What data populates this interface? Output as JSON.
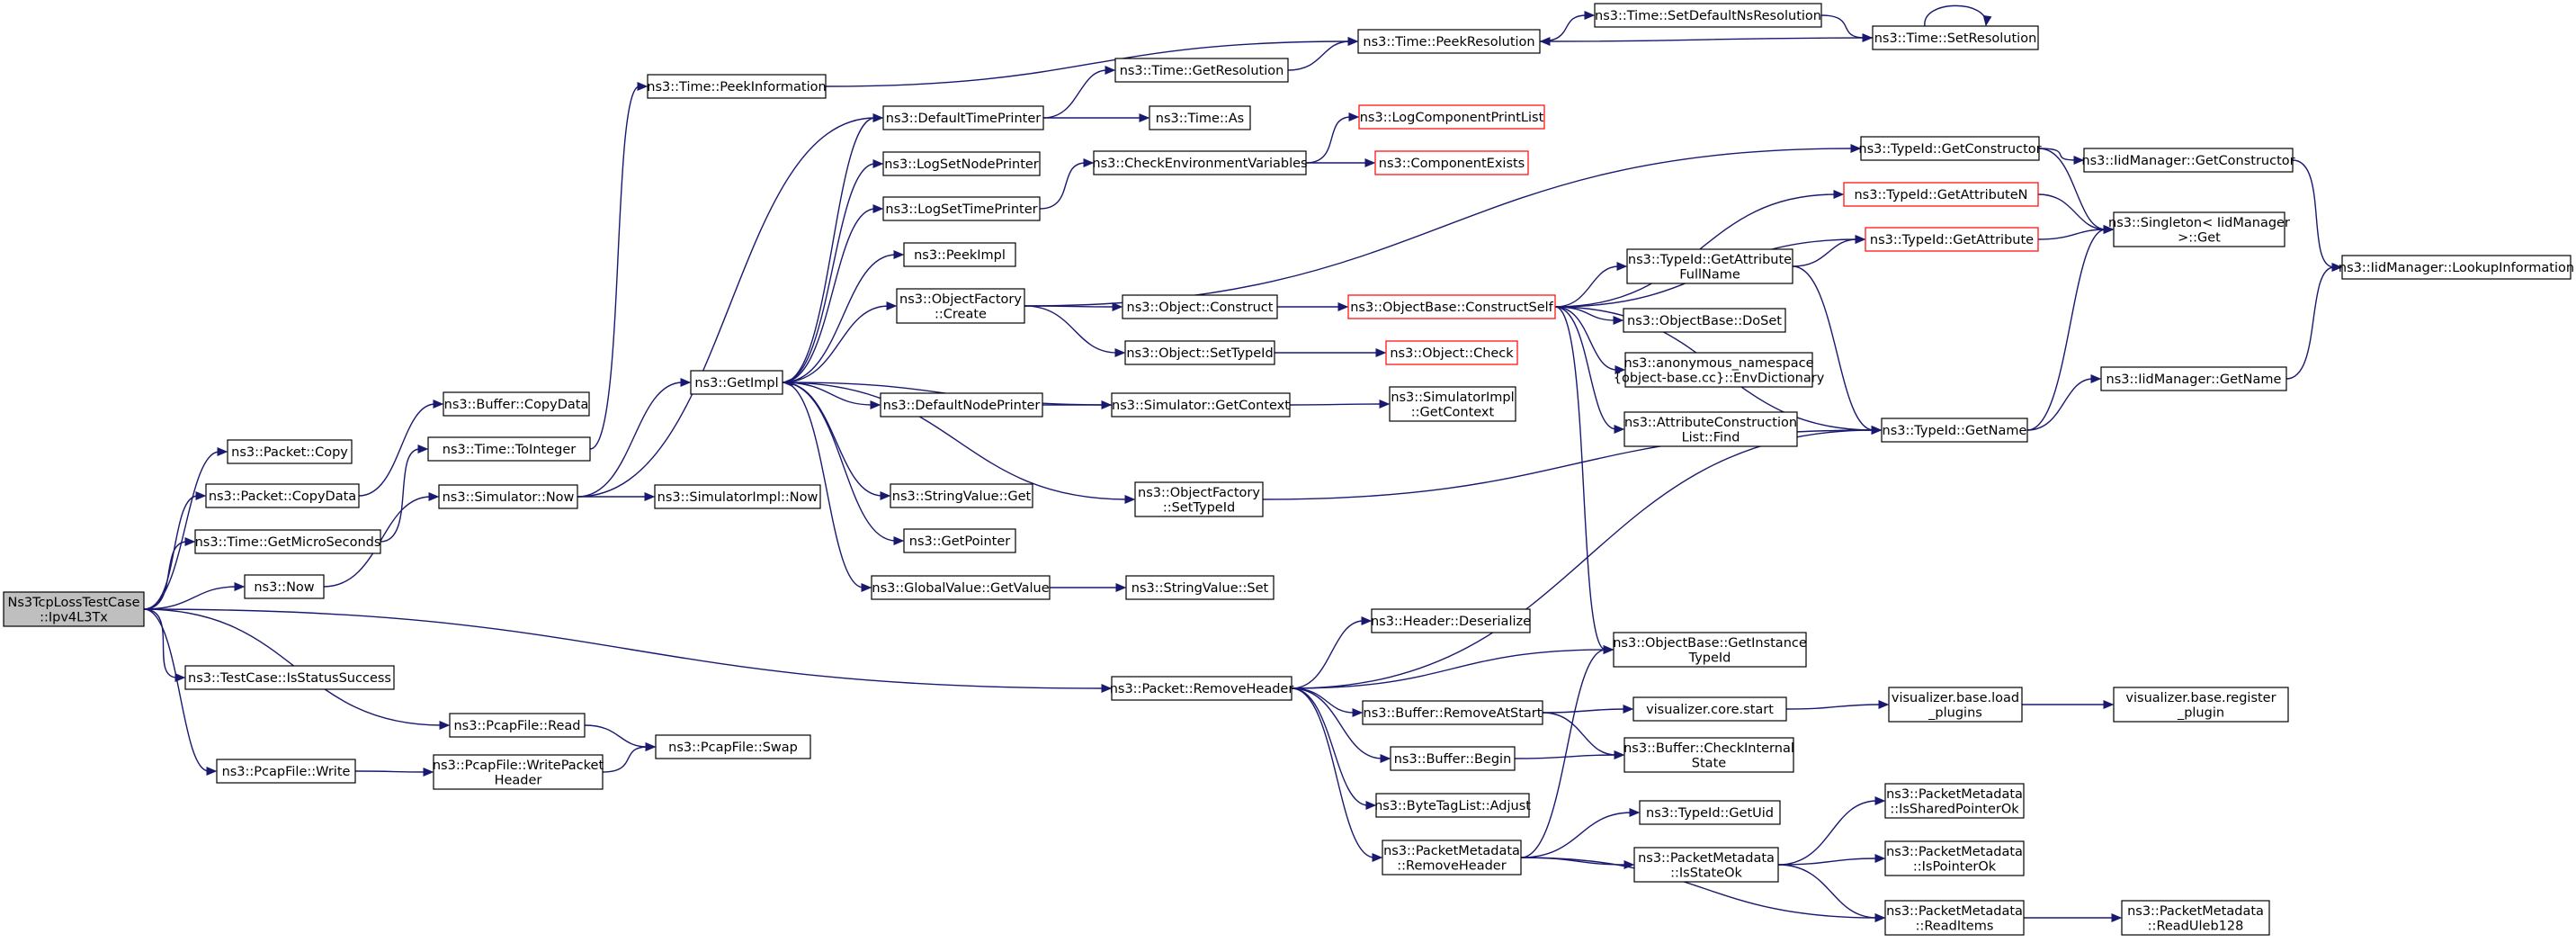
{
  "graph": {
    "nodes": [
      {
        "id": "root",
        "lines": [
          "Ns3TcpLossTestCase",
          "::Ipv4L3Tx"
        ],
        "style": "root"
      },
      {
        "id": "pk_copy",
        "lines": [
          "ns3::Packet::Copy"
        ]
      },
      {
        "id": "pk_copydata",
        "lines": [
          "ns3::Packet::CopyData"
        ]
      },
      {
        "id": "time_micro",
        "lines": [
          "ns3::Time::GetMicroSeconds"
        ]
      },
      {
        "id": "now",
        "lines": [
          "ns3::Now"
        ]
      },
      {
        "id": "tc_status",
        "lines": [
          "ns3::TestCase::IsStatusSuccess"
        ]
      },
      {
        "id": "pcap_read",
        "lines": [
          "ns3::PcapFile::Read"
        ]
      },
      {
        "id": "pcap_write",
        "lines": [
          "ns3::PcapFile::Write"
        ]
      },
      {
        "id": "buf_copydata",
        "lines": [
          "ns3::Buffer::CopyData"
        ]
      },
      {
        "id": "time_toint",
        "lines": [
          "ns3::Time::ToInteger"
        ]
      },
      {
        "id": "sim_now",
        "lines": [
          "ns3::Simulator::Now"
        ]
      },
      {
        "id": "pcap_wph",
        "lines": [
          "ns3::PcapFile::WritePacket",
          "Header"
        ]
      },
      {
        "id": "pcap_swap",
        "lines": [
          "ns3::PcapFile::Swap"
        ]
      },
      {
        "id": "time_peekinfo",
        "lines": [
          "ns3::Time::PeekInformation"
        ]
      },
      {
        "id": "getimpl",
        "lines": [
          "ns3::GetImpl"
        ]
      },
      {
        "id": "simimpl_now",
        "lines": [
          "ns3::SimulatorImpl::Now"
        ]
      },
      {
        "id": "deftp",
        "lines": [
          "ns3::DefaultTimePrinter"
        ]
      },
      {
        "id": "lognodep",
        "lines": [
          "ns3::LogSetNodePrinter"
        ]
      },
      {
        "id": "logtimep",
        "lines": [
          "ns3::LogSetTimePrinter"
        ]
      },
      {
        "id": "peekimpl",
        "lines": [
          "ns3::PeekImpl"
        ]
      },
      {
        "id": "objf_create",
        "lines": [
          "ns3::ObjectFactory",
          "::Create"
        ]
      },
      {
        "id": "defnp",
        "lines": [
          "ns3::DefaultNodePrinter"
        ]
      },
      {
        "id": "sv_get",
        "lines": [
          "ns3::StringValue::Get"
        ]
      },
      {
        "id": "getpointer",
        "lines": [
          "ns3::GetPointer"
        ]
      },
      {
        "id": "gv_getvalue",
        "lines": [
          "ns3::GlobalValue::GetValue"
        ]
      },
      {
        "id": "pk_remhdr",
        "lines": [
          "ns3::Packet::RemoveHeader"
        ]
      },
      {
        "id": "time_getres",
        "lines": [
          "ns3::Time::GetResolution"
        ]
      },
      {
        "id": "time_as",
        "lines": [
          "ns3::Time::As"
        ]
      },
      {
        "id": "checkenv",
        "lines": [
          "ns3::CheckEnvironmentVariables"
        ]
      },
      {
        "id": "obj_construct",
        "lines": [
          "ns3::Object::Construct"
        ]
      },
      {
        "id": "obj_settid",
        "lines": [
          "ns3::Object::SetTypeId"
        ]
      },
      {
        "id": "sim_getctx",
        "lines": [
          "ns3::Simulator::GetContext"
        ]
      },
      {
        "id": "objf_settid",
        "lines": [
          "ns3::ObjectFactory",
          "::SetTypeId"
        ]
      },
      {
        "id": "sv_set",
        "lines": [
          "ns3::StringValue::Set"
        ]
      },
      {
        "id": "time_peekres",
        "lines": [
          "ns3::Time::PeekResolution"
        ]
      },
      {
        "id": "logcomp",
        "lines": [
          "ns3::LogComponentPrintList"
        ],
        "style": "red"
      },
      {
        "id": "compexists",
        "lines": [
          "ns3::ComponentExists"
        ],
        "style": "red"
      },
      {
        "id": "ob_cself",
        "lines": [
          "ns3::ObjectBase::ConstructSelf"
        ],
        "style": "red"
      },
      {
        "id": "obj_check",
        "lines": [
          "ns3::Object::Check"
        ],
        "style": "red"
      },
      {
        "id": "simimpl_getctx",
        "lines": [
          "ns3::SimulatorImpl",
          "::GetContext"
        ]
      },
      {
        "id": "hdr_deser",
        "lines": [
          "ns3::Header::Deserialize"
        ]
      },
      {
        "id": "buf_remstart",
        "lines": [
          "ns3::Buffer::RemoveAtStart"
        ]
      },
      {
        "id": "buf_begin",
        "lines": [
          "ns3::Buffer::Begin"
        ]
      },
      {
        "id": "btl_adjust",
        "lines": [
          "ns3::ByteTagList::Adjust"
        ]
      },
      {
        "id": "pm_remhdr",
        "lines": [
          "ns3::PacketMetadata",
          "::RemoveHeader"
        ]
      },
      {
        "id": "time_setdef",
        "lines": [
          "ns3::Time::SetDefaultNsResolution"
        ]
      },
      {
        "id": "time_setres",
        "lines": [
          "ns3::Time::SetResolution"
        ]
      },
      {
        "id": "tid_getcons",
        "lines": [
          "ns3::TypeId::GetConstructor"
        ]
      },
      {
        "id": "tid_getattrn",
        "lines": [
          "ns3::TypeId::GetAttributeN"
        ],
        "style": "red"
      },
      {
        "id": "tid_getattrfull",
        "lines": [
          "ns3::TypeId::GetAttribute",
          "FullName"
        ]
      },
      {
        "id": "tid_getattr",
        "lines": [
          "ns3::TypeId::GetAttribute"
        ],
        "style": "red"
      },
      {
        "id": "ob_doset",
        "lines": [
          "ns3::ObjectBase::DoSet"
        ]
      },
      {
        "id": "anon_env",
        "lines": [
          "ns3::anonymous_namespace",
          "{object-base.cc}::EnvDictionary"
        ]
      },
      {
        "id": "attrcons",
        "lines": [
          "ns3::AttributeConstruction",
          "List::Find"
        ]
      },
      {
        "id": "tid_getname",
        "lines": [
          "ns3::TypeId::GetName"
        ]
      },
      {
        "id": "ob_getinst",
        "lines": [
          "ns3::ObjectBase::GetInstance",
          "TypeId"
        ]
      },
      {
        "id": "viz_core",
        "lines": [
          "visualizer.core.start"
        ]
      },
      {
        "id": "buf_checkint",
        "lines": [
          "ns3::Buffer::CheckInternal",
          "State"
        ]
      },
      {
        "id": "tid_getuid",
        "lines": [
          "ns3::TypeId::GetUid"
        ]
      },
      {
        "id": "pm_isstate",
        "lines": [
          "ns3::PacketMetadata",
          "::IsStateOk"
        ]
      },
      {
        "id": "iid_getcons",
        "lines": [
          "ns3::IidManager::GetConstructor"
        ]
      },
      {
        "id": "singleton",
        "lines": [
          "ns3::Singleton< IidManager",
          " >::Get"
        ]
      },
      {
        "id": "iid_getname",
        "lines": [
          "ns3::IidManager::GetName"
        ]
      },
      {
        "id": "viz_load",
        "lines": [
          "visualizer.base.load",
          "_plugins"
        ]
      },
      {
        "id": "pm_shared",
        "lines": [
          "ns3::PacketMetadata",
          "::IsSharedPointerOk"
        ]
      },
      {
        "id": "pm_ptrok",
        "lines": [
          "ns3::PacketMetadata",
          "::IsPointerOk"
        ]
      },
      {
        "id": "pm_readitems",
        "lines": [
          "ns3::PacketMetadata",
          "::ReadItems"
        ]
      },
      {
        "id": "iid_lookup",
        "lines": [
          "ns3::IidManager::LookupInformation"
        ]
      },
      {
        "id": "viz_reg",
        "lines": [
          "visualizer.base.register",
          "_plugin"
        ]
      },
      {
        "id": "pm_uleb",
        "lines": [
          "ns3::PacketMetadata",
          "::ReadUleb128"
        ]
      }
    ],
    "edges": [
      [
        "root",
        "pk_copy"
      ],
      [
        "root",
        "pk_copydata"
      ],
      [
        "root",
        "time_micro"
      ],
      [
        "root",
        "now"
      ],
      [
        "root",
        "tc_status"
      ],
      [
        "root",
        "pcap_read"
      ],
      [
        "root",
        "pcap_write"
      ],
      [
        "root",
        "pk_remhdr"
      ],
      [
        "pk_copydata",
        "buf_copydata"
      ],
      [
        "time_micro",
        "time_toint"
      ],
      [
        "now",
        "sim_now"
      ],
      [
        "pcap_read",
        "pcap_swap"
      ],
      [
        "pcap_write",
        "pcap_wph"
      ],
      [
        "pcap_wph",
        "pcap_swap"
      ],
      [
        "time_toint",
        "time_peekinfo"
      ],
      [
        "sim_now",
        "getimpl"
      ],
      [
        "sim_now",
        "simimpl_now"
      ],
      [
        "sim_now",
        "deftp"
      ],
      [
        "time_peekinfo",
        "time_peekres"
      ],
      [
        "getimpl",
        "deftp"
      ],
      [
        "getimpl",
        "lognodep"
      ],
      [
        "getimpl",
        "logtimep"
      ],
      [
        "getimpl",
        "peekimpl"
      ],
      [
        "getimpl",
        "objf_create"
      ],
      [
        "getimpl",
        "defnp"
      ],
      [
        "getimpl",
        "sv_get"
      ],
      [
        "getimpl",
        "getpointer"
      ],
      [
        "getimpl",
        "gv_getvalue"
      ],
      [
        "getimpl",
        "objf_settid"
      ],
      [
        "deftp",
        "time_getres"
      ],
      [
        "deftp",
        "time_as"
      ],
      [
        "logtimep",
        "checkenv"
      ],
      [
        "checkenv",
        "logcomp"
      ],
      [
        "checkenv",
        "compexists"
      ],
      [
        "objf_create",
        "obj_construct"
      ],
      [
        "objf_create",
        "obj_settid"
      ],
      [
        "objf_create",
        "tid_getcons"
      ],
      [
        "defnp",
        "sim_getctx"
      ],
      [
        "sim_getctx",
        "getimpl"
      ],
      [
        "sim_getctx",
        "simimpl_getctx"
      ],
      [
        "objf_settid",
        "tid_getname"
      ],
      [
        "gv_getvalue",
        "sv_set"
      ],
      [
        "time_getres",
        "time_peekres"
      ],
      [
        "time_peekres",
        "time_setdef"
      ],
      [
        "time_setdef",
        "time_setres"
      ],
      [
        "time_setres",
        "time_peekres"
      ],
      [
        "time_setres",
        "time_setres"
      ],
      [
        "obj_construct",
        "ob_cself"
      ],
      [
        "obj_settid",
        "obj_check"
      ],
      [
        "ob_cself",
        "tid_getattrn"
      ],
      [
        "ob_cself",
        "tid_getattr"
      ],
      [
        "ob_cself",
        "tid_getattrfull"
      ],
      [
        "ob_cself",
        "ob_doset"
      ],
      [
        "ob_cself",
        "anon_env"
      ],
      [
        "ob_cself",
        "attrcons"
      ],
      [
        "ob_cself",
        "tid_getname"
      ],
      [
        "ob_cself",
        "ob_getinst"
      ],
      [
        "tid_getattrfull",
        "tid_getattr"
      ],
      [
        "tid_getattrfull",
        "tid_getname"
      ],
      [
        "tid_getcons",
        "iid_getcons"
      ],
      [
        "tid_getcons",
        "singleton"
      ],
      [
        "tid_getattrn",
        "singleton"
      ],
      [
        "tid_getattr",
        "singleton"
      ],
      [
        "iid_getcons",
        "iid_lookup"
      ],
      [
        "tid_getname",
        "singleton"
      ],
      [
        "tid_getname",
        "iid_getname"
      ],
      [
        "iid_getname",
        "iid_lookup"
      ],
      [
        "pk_remhdr",
        "tid_getname"
      ],
      [
        "pk_remhdr",
        "hdr_deser"
      ],
      [
        "pk_remhdr",
        "ob_getinst"
      ],
      [
        "pk_remhdr",
        "buf_remstart"
      ],
      [
        "pk_remhdr",
        "buf_begin"
      ],
      [
        "pk_remhdr",
        "btl_adjust"
      ],
      [
        "pk_remhdr",
        "pm_remhdr"
      ],
      [
        "buf_remstart",
        "viz_core"
      ],
      [
        "buf_remstart",
        "buf_checkint"
      ],
      [
        "buf_begin",
        "buf_checkint"
      ],
      [
        "viz_core",
        "viz_load"
      ],
      [
        "viz_load",
        "viz_reg"
      ],
      [
        "pm_remhdr",
        "ob_getinst"
      ],
      [
        "pm_remhdr",
        "tid_getuid"
      ],
      [
        "pm_remhdr",
        "pm_isstate"
      ],
      [
        "pm_remhdr",
        "pm_readitems"
      ],
      [
        "pm_isstate",
        "pm_shared"
      ],
      [
        "pm_isstate",
        "pm_ptrok"
      ],
      [
        "pm_isstate",
        "pm_readitems"
      ],
      [
        "pm_readitems",
        "pm_uleb"
      ]
    ]
  }
}
